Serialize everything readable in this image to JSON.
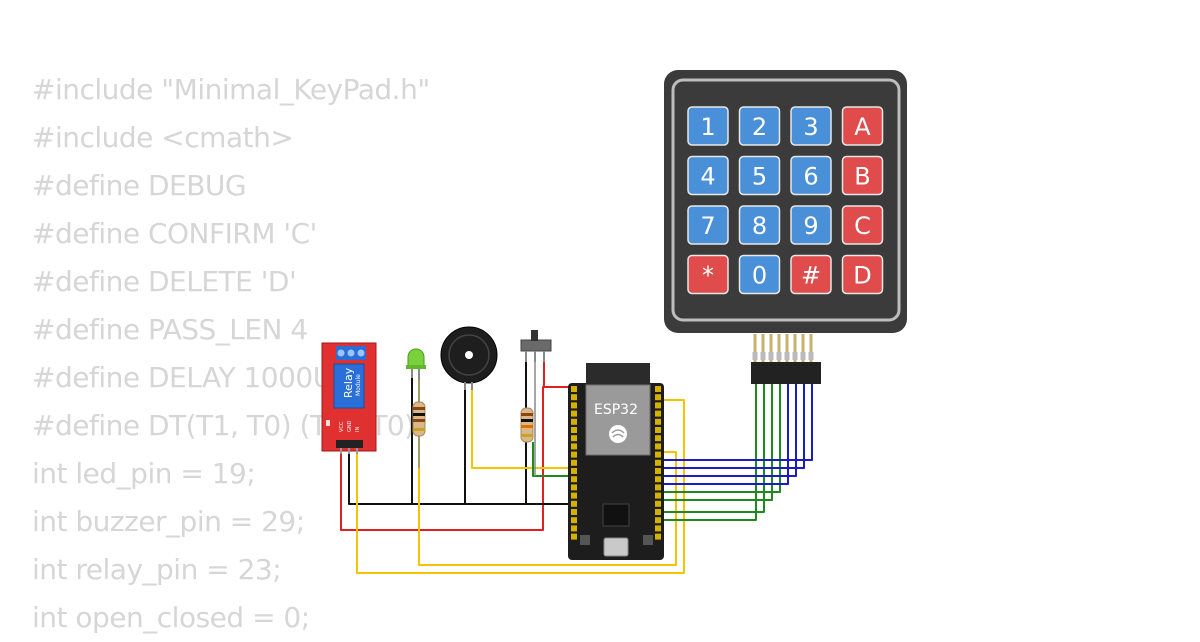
{
  "code_lines": [
    "#include \"Minimal_KeyPad.h\"",
    "#include <cmath>",
    "#define DEBUG",
    "#define CONFIRM 'C'",
    "#define DELETE 'D'",
    "#define PASS_LEN 4",
    "#define DELAY 1000UL",
    "#define DT(T1, T0) (T1 - T0)",
    "int led_pin = 19;",
    "int buzzer_pin = 29;",
    "int relay_pin = 23;",
    "int open_closed = 0;"
  ],
  "keypad": {
    "keys": [
      {
        "label": "1",
        "color": "blue"
      },
      {
        "label": "2",
        "color": "blue"
      },
      {
        "label": "3",
        "color": "blue"
      },
      {
        "label": "A",
        "color": "red"
      },
      {
        "label": "4",
        "color": "blue"
      },
      {
        "label": "5",
        "color": "blue"
      },
      {
        "label": "6",
        "color": "blue"
      },
      {
        "label": "B",
        "color": "red"
      },
      {
        "label": "7",
        "color": "blue"
      },
      {
        "label": "8",
        "color": "blue"
      },
      {
        "label": "9",
        "color": "blue"
      },
      {
        "label": "C",
        "color": "red"
      },
      {
        "label": "*",
        "color": "red"
      },
      {
        "label": "0",
        "color": "blue"
      },
      {
        "label": "#",
        "color": "red"
      },
      {
        "label": "D",
        "color": "red"
      }
    ]
  },
  "esp32": {
    "label": "ESP32"
  },
  "relay": {
    "label": "Relay",
    "sublabel": "Module",
    "pins": [
      "VCC",
      "GND",
      "IN"
    ]
  },
  "colors": {
    "code_text": "#d6d6d6",
    "key_blue": "#4a90d9",
    "key_red": "#e04b4b",
    "keypad_body": "#3b3b3b",
    "wire_red": "#e02020",
    "wire_black": "#111111",
    "wire_yellow": "#f2c500",
    "wire_green": "#1e8a1e",
    "wire_blue": "#1a1ac8",
    "relay_red": "#e03030",
    "relay_blue": "#2a6ed8"
  }
}
